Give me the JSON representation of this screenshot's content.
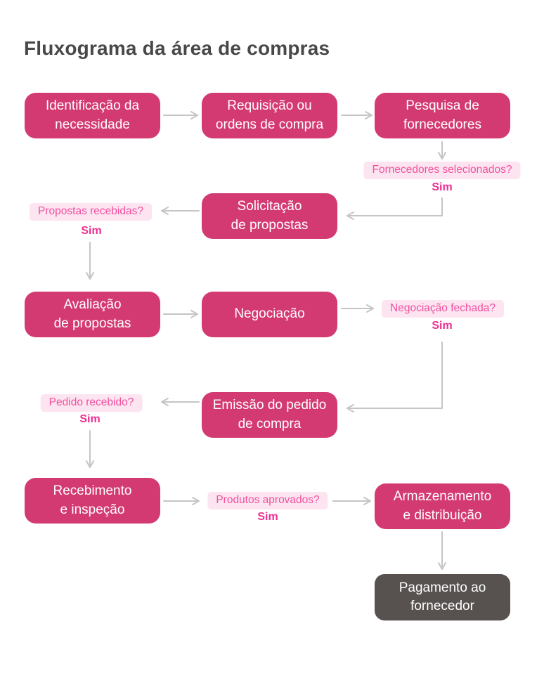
{
  "title": "Fluxograma da área de compras",
  "nodes": {
    "identificacao": {
      "label": "Identificação da\nnecessidade"
    },
    "requisicao": {
      "label": "Requisição ou\nordens de compra"
    },
    "pesquisa": {
      "label": "Pesquisa de\nfornecedores"
    },
    "solicitacao": {
      "label": "Solicitação\nde propostas"
    },
    "avaliacao": {
      "label": "Avaliação\nde propostas"
    },
    "negociacao": {
      "label": "Negociação"
    },
    "emissao": {
      "label": "Emissão do pedido\nde compra"
    },
    "recebimento": {
      "label": "Recebimento\ne inspeção"
    },
    "armazenamento": {
      "label": "Armazenamento\ne distribuição"
    },
    "pagamento": {
      "label": "Pagamento ao\nfornecedor"
    }
  },
  "decisions": {
    "fornecedores": {
      "question": "Fornecedores selecionados?",
      "answer": "Sim"
    },
    "propostas": {
      "question": "Propostas recebidas?",
      "answer": "Sim"
    },
    "negociacao": {
      "question": "Negociação fechada?",
      "answer": "Sim"
    },
    "pedido": {
      "question": "Pedido recebido?",
      "answer": "Sim"
    },
    "produtos": {
      "question": "Produtos aprovados?",
      "answer": "Sim"
    }
  },
  "colors": {
    "node": "#d43a72",
    "node-final": "#575250",
    "question-bg": "#fce5f1",
    "question-text": "#f2509e",
    "answer-text": "#ed2f92",
    "arrow": "#c5c5c5",
    "title-text": "#484848",
    "bg": "#ffffff"
  }
}
